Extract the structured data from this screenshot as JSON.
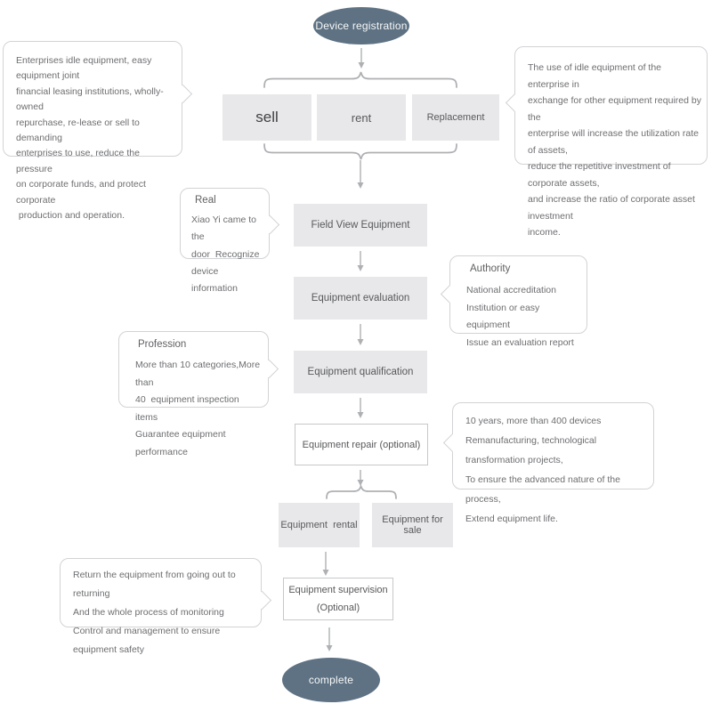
{
  "diagram": {
    "terminals": {
      "start": "Device registration",
      "end": "complete"
    },
    "options": {
      "sell": "sell",
      "rent": "rent",
      "replacement": "Replacement"
    },
    "steps": {
      "field_view": "Field View Equipment",
      "evaluation": "Equipment evaluation",
      "qualification": "Equipment qualification",
      "repair": "Equipment repair (optional)",
      "rental": "Equipment  rental",
      "sale": "Equipment for sale",
      "supervision": [
        "Equipment supervision",
        "(Optional)"
      ]
    },
    "callouts": {
      "idle": {
        "lines": [
          "Enterprises idle equipment, easy equipment joint",
          "financial leasing institutions, wholly-owned",
          "repurchase, re-lease or sell to demanding",
          "enterprises to use, reduce the pressure",
          "on corporate funds, and protect corporate",
          " production and operation."
        ]
      },
      "exchange": {
        "lines": [
          "The use of idle equipment of the enterprise in",
          "exchange for other equipment required by the",
          "enterprise will increase the utilization rate of assets,",
          "reduce the repetitive investment of corporate assets,",
          "and increase the ratio of corporate asset investment",
          "income."
        ]
      },
      "real": {
        "title": "Real",
        "lines": [
          "Xiao Yi came to the",
          "door  Recognize",
          "device information"
        ]
      },
      "authority": {
        "title": "Authority",
        "lines": [
          "National accreditation",
          "Institution or easy equipment",
          "Issue an evaluation report"
        ]
      },
      "profession": {
        "title": "Profession",
        "lines": [
          "More than 10 categories,More than",
          "40  equipment inspection items",
          "Guarantee equipment performance"
        ]
      },
      "repair_info": {
        "lines": [
          "10 years, more than 400 devices",
          "Remanufacturing, technological transformation projects,",
          "To ensure the advanced nature of the process,",
          "Extend equipment life."
        ]
      },
      "supervision_info": {
        "lines": [
          "Return the equipment from going out to returning",
          "And the whole process of monitoring",
          "Control and management to ensure equipment safety"
        ]
      }
    },
    "colors": {
      "node_fill": "#e8e8ea",
      "node_text": "#58595b",
      "terminal_fill": "#5e7284",
      "terminal_text": "#f7f8f8",
      "connector": "#aeb0b3",
      "callout_border": "#d2d3d5",
      "callout_text": "#6d6e71"
    }
  }
}
